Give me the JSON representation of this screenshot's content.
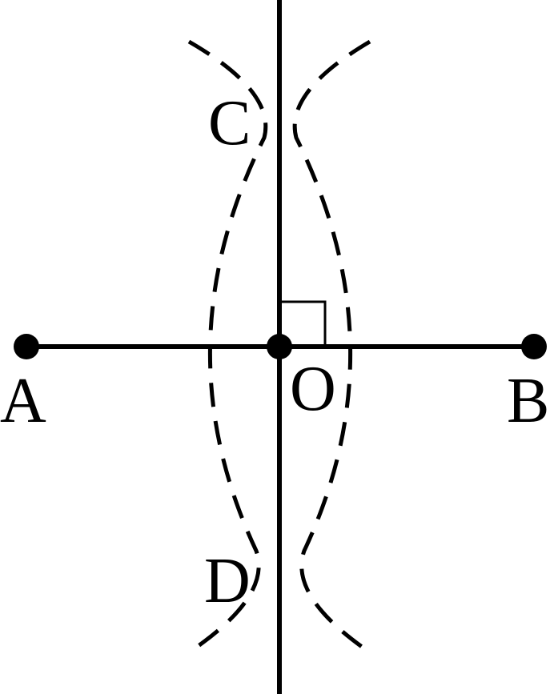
{
  "labels": {
    "A": "A",
    "B": "B",
    "C": "C",
    "D": "D",
    "O": "O"
  },
  "colors": {
    "stroke": "#000000",
    "background": "#ffffff"
  }
}
